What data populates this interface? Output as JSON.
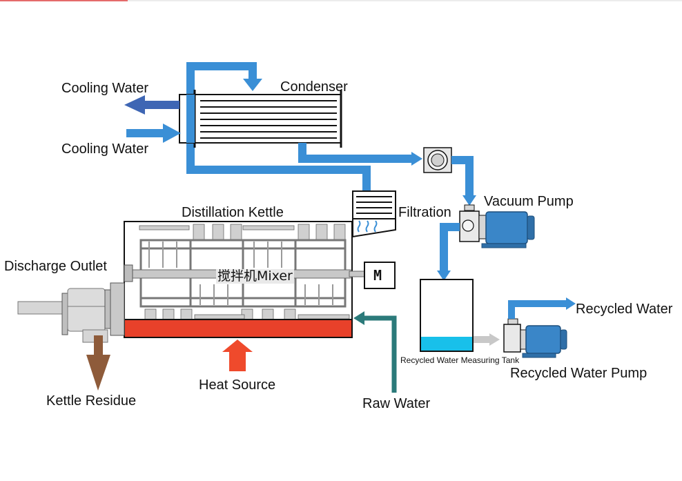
{
  "labels": {
    "cooling_water_out": "Cooling Water",
    "cooling_water_in": "Cooling Water",
    "condenser": "Condenser",
    "distillation_kettle": "Distillation Kettle",
    "filtration": "Filtration",
    "vacuum_pump": "Vacuum Pump",
    "discharge_outlet": "Discharge Outlet",
    "mixer": "搅拌机Mixer",
    "motor": "M",
    "recycled_water": "Recycled Water",
    "measuring_tank": "Recycled Water Measuring Tank",
    "recycled_water_pump": "Recycled Water Pump",
    "heat_source": "Heat Source",
    "kettle_residue": "Kettle Residue",
    "raw_water": "Raw Water"
  },
  "colors": {
    "pipe_blue": "#3a8fd6",
    "cooling_out_blue": "#3e66b4",
    "heater_red": "#e8412a",
    "residue_brown": "#8e5b3a",
    "raw_water_teal": "#2b7a7a",
    "tank_water_cyan": "#18c0ea",
    "motor_blue": "#3a86c8",
    "equipment_gray": "#d6d6d6"
  }
}
